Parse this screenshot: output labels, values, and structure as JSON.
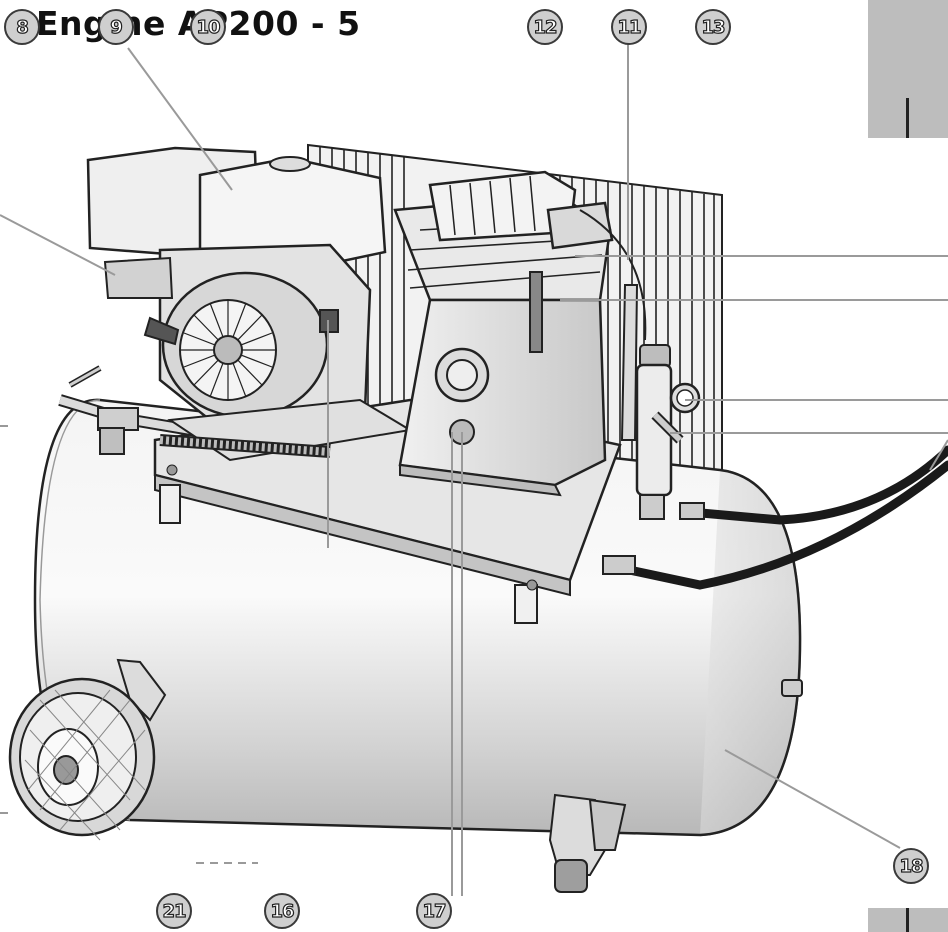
{
  "title": {
    "text": "Engine AP200 - 5"
  },
  "callouts": [
    {
      "id": "c8",
      "number": "8"
    },
    {
      "id": "c9",
      "number": "9"
    },
    {
      "id": "c10",
      "number": "10"
    },
    {
      "id": "c12",
      "number": "12"
    },
    {
      "id": "c11",
      "number": "11"
    },
    {
      "id": "c13",
      "number": "13"
    },
    {
      "id": "c18",
      "number": "18"
    },
    {
      "id": "c21",
      "number": "21"
    },
    {
      "id": "c16",
      "number": "16"
    },
    {
      "id": "c17",
      "number": "17"
    }
  ],
  "colors": {
    "tank": "#e8e8e8",
    "metal": "#d4d4d4",
    "outline": "#222222",
    "leader": "#9a9a9a",
    "hose": "#1a1a1a",
    "tab": "#bdbdbd"
  }
}
